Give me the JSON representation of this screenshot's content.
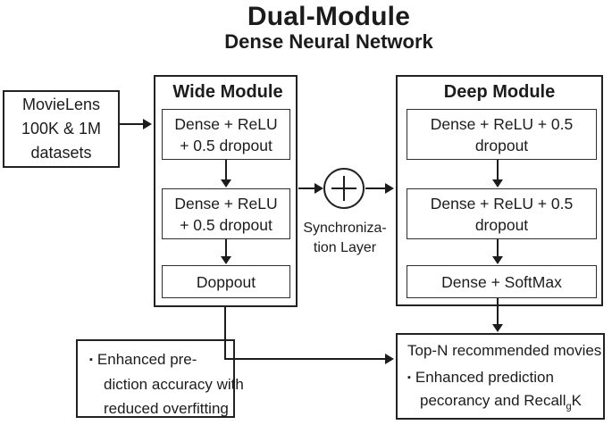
{
  "colors": {
    "ink": "#1c1c1c",
    "background": "#ffffff"
  },
  "title": {
    "main": "Dual-Module",
    "subtitle": "Dense Neural Network"
  },
  "input_box": {
    "line1": "MovieLens",
    "line2": "100K & 1M",
    "line3": "datasets"
  },
  "wide_module": {
    "title": "Wide Module",
    "layer1": {
      "line1": "Dense + ReLU",
      "line2": "+ 0.5 dropout"
    },
    "layer2": {
      "line1": "Dense + ReLU",
      "line2": "+ 0.5 dropout"
    },
    "layer3": {
      "line1": "Doppout"
    }
  },
  "sync_layer": {
    "icon": "plus-in-circle",
    "symbol": "+",
    "label_line1": "Synchroniza-",
    "label_line2": "tion Layer"
  },
  "deep_module": {
    "title": "Deep Module",
    "layer1": {
      "line1": "Dense + ReLU + 0.5",
      "line2": "dropout"
    },
    "layer2": {
      "line1": "Dense + ReLU + 0.5",
      "line2": "dropout"
    },
    "layer3": {
      "line1": "Dense + SoftMax"
    }
  },
  "benefit_box": {
    "bullet": "▪",
    "line1": "Enhanced pre-",
    "line2": "diction accuracy with",
    "line3": "reduced overfitting"
  },
  "output_box": {
    "title": "Top-N recommended movies",
    "bullet": "▪",
    "line1": "Enhanced prediction",
    "line2_prefix": "pecorancy and Recall",
    "line2_sub": "g",
    "line2_suffix": "K"
  }
}
